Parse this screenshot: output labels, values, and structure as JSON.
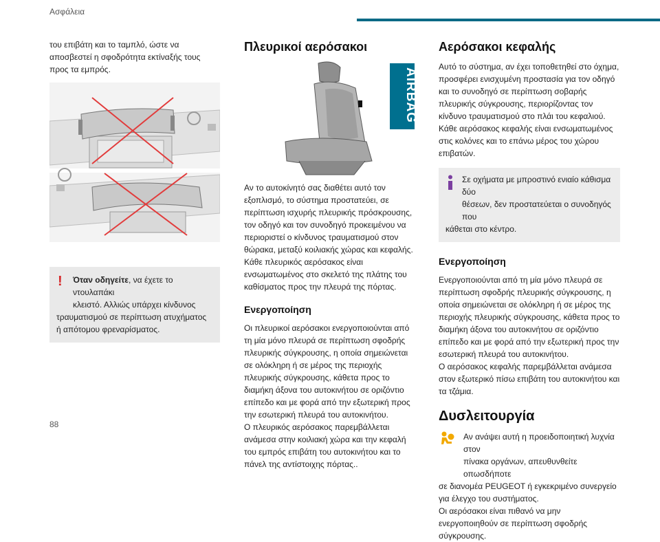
{
  "header": {
    "section_title": "Ασφάλεια",
    "page_number": "88"
  },
  "col1": {
    "intro": "του επιβάτη και το ταμπλό, ώστε να αποσβεστεί η σφοδρότητα εκτίναξής τους προς τα εμπρός.",
    "warning": {
      "bold": "Όταν οδηγείτε",
      "first_line": ", να έχετε το ντουλαπάκι",
      "indent_line": "κλειστό. Αλλιώς υπάρχει κίνδυνος",
      "rest": "τραυματισμού σε περίπτωση ατυχήματος ή απότομου φρεναρίσματος."
    }
  },
  "col2": {
    "title": "Πλευρικοί αερόσακοι",
    "airbag_label": "AIRBAG",
    "p1": "Αν το αυτοκίνητό σας διαθέτει αυτό τον εξοπλισμό, το σύστημα προστατεύει, σε περίπτωση ισχυρής πλευρικής πρόσκρουσης, τον οδηγό και τον συνοδηγό προκειμένου να περιοριστεί ο κίνδυνος τραυματισμού στον θώρακα, μεταξύ κοιλιακής χώρας και κεφαλής.",
    "p2": "Κάθε πλευρικός αερόσακος είναι ενσωματωμένος στο σκελετό της πλάτης του καθίσματος προς την πλευρά της πόρτας.",
    "subtitle": "Ενεργοποίηση",
    "p3": "Οι πλευρικοί αερόσακοι ενεργοποιούνται από τη μία μόνο πλευρά σε περίπτωση σφοδρής πλευρικής σύγκρουσης, η οποία σημειώνεται σε ολόκληρη ή σε μέρος της περιοχής πλευρικής σύγκρουσης, κάθετα προς το διαμήκη άξονα του αυτοκινήτου σε οριζόντιο επίπεδο και με φορά από την εξωτερική προς την εσωτερική πλευρά του αυτοκινήτου.",
    "p4": "Ο πλευρικός αερόσακος παρεμβάλλεται ανάμεσα στην κοιλιακή χώρα και την κεφαλή του εμπρός επιβάτη του αυτοκινήτου και το πάνελ της αντίστοιχης πόρτας.."
  },
  "col3": {
    "title": "Αερόσακοι κεφαλής",
    "p1": "Αυτό το σύστημα, αν έχει τοποθετηθεί στο όχημα, προσφέρει ενισχυμένη προστασία για τον οδηγό και το συνοδηγό σε περίπτωση σοβαρής πλευρικής σύγκρουσης, περιορίζοντας τον κίνδυνο τραυματισμού στο πλάι του κεφαλιού.",
    "p2": "Κάθε αερόσακος κεφαλής είναι ενσωματωμένος στις κολόνες και το επάνω μέρος του χώρου επιβατών.",
    "info": {
      "line1": "Σε οχήματα με μπροστινό ενιαίο κάθισμα δύο",
      "line2": "θέσεων, δεν προστατεύεται ο συνοδηγός που",
      "rest": "κάθεται στο κέντρο."
    },
    "subtitle": "Ενεργοποίηση",
    "p3": "Ενεργοποιούνται από τη μία μόνο πλευρά σε περίπτωση σφοδρής πλευρικής σύγκρουσης, η οποία σημειώνεται σε ολόκληρη ή σε μέρος της περιοχής πλευρικής σύγκρουσης, κάθετα προς το διαμήκη άξονα του αυτοκινήτου σε οριζόντιο επίπεδο και με φορά από την εξωτερική προς την εσωτερική πλευρά του αυτοκινήτου.",
    "p4": "Ο αερόσακος κεφαλής παρεμβάλλεται ανάμεσα στον εξωτερικό πίσω επιβάτη του αυτοκινήτου και τα τζάμια.",
    "malfunction_title": "Δυσλειτουργία",
    "m_line1": "Αν ανάψει αυτή η προειδοποιητική λυχνία στον",
    "m_line2": "πίνακα οργάνων, απευθυνθείτε οπωσδήποτε",
    "m_rest": "σε διανομέα PEUGEOT ή εγκεκριμένο συνεργείο για έλεγχο του συστήματος.",
    "m_p2": "Οι αερόσακοι είναι πιθανό να μην ενεργοποιηθούν σε περίπτωση σφοδρής σύγκρουσης."
  },
  "colors": {
    "accent_bar": "#0b6a86",
    "warning_red": "#d6282a",
    "info_purple": "#7b3fa0",
    "airbag_panel": "#00708f",
    "lamp_orange": "#f2a900"
  },
  "icons": [
    "exclamation-icon",
    "info-icon",
    "airbag-warning-lamp-icon"
  ]
}
